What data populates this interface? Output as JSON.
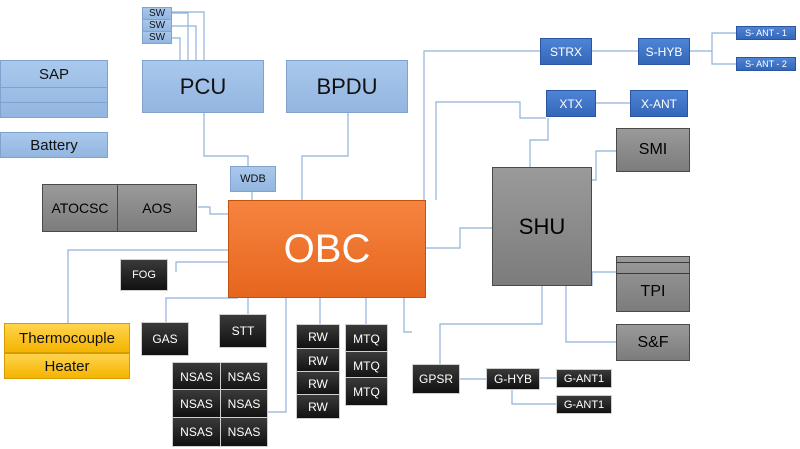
{
  "blocks": {
    "sw": [
      "SW",
      "SW",
      "SW"
    ],
    "pcu": "PCU",
    "bpdu": "BPDU",
    "sap": "SAP",
    "battery": "Battery",
    "wdb": "WDB",
    "atocsc": "ATOCSC",
    "aos": "AOS",
    "obc": "OBC",
    "fog": "FOG",
    "thermocouple": "Thermocouple",
    "heater": "Heater",
    "gas": "GAS",
    "stt": "STT",
    "nsas": [
      "NSAS",
      "NSAS",
      "NSAS",
      "NSAS",
      "NSAS",
      "NSAS"
    ],
    "rw": [
      "RW",
      "RW",
      "RW",
      "RW"
    ],
    "mtq": [
      "MTQ",
      "MTQ",
      "MTQ"
    ],
    "gpsr": "GPSR",
    "ghyb": "G-HYB",
    "gant": [
      "G-ANT1",
      "G-ANT1"
    ],
    "strx": "STRX",
    "shyb": "S-HYB",
    "sant": [
      "S- ANT - 1",
      "S- ANT - 2"
    ],
    "xtx": "XTX",
    "xant": "X-ANT",
    "shu": "SHU",
    "smi": "SMI",
    "tpi": "TPI",
    "sf": "S&F"
  },
  "colors": {
    "light_blue": "#9dbde6",
    "dark_blue": "#4174c8",
    "gray": "#8a8a8a",
    "black": "#222222",
    "orange": "#f07428",
    "yellow": "#fbc422",
    "wire": "#8fb2da"
  }
}
